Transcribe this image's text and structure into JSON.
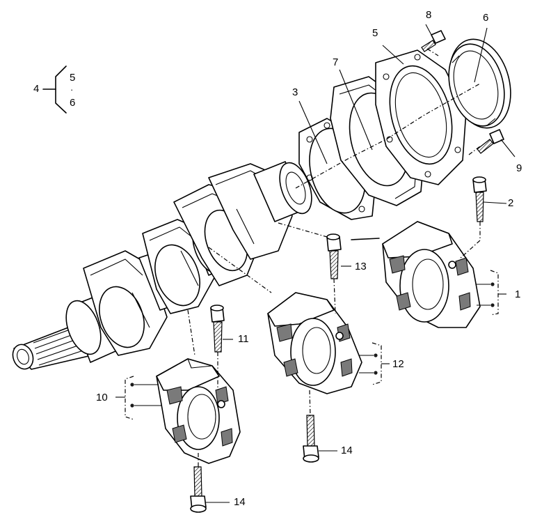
{
  "callouts": {
    "c1": "1",
    "c2": "2",
    "c3": "3",
    "c4": "4",
    "c5": "5",
    "c6": "6",
    "c7": "7",
    "c8": "8",
    "c9": "9",
    "c10": "10",
    "c11": "11",
    "c12": "12",
    "c13": "13",
    "c14a": "14",
    "c14b": "14"
  },
  "legend_group": {
    "parent": "4",
    "first": "5",
    "dot": "·",
    "last": "6"
  },
  "style": {
    "line_color": "#000000",
    "background": "#ffffff"
  }
}
